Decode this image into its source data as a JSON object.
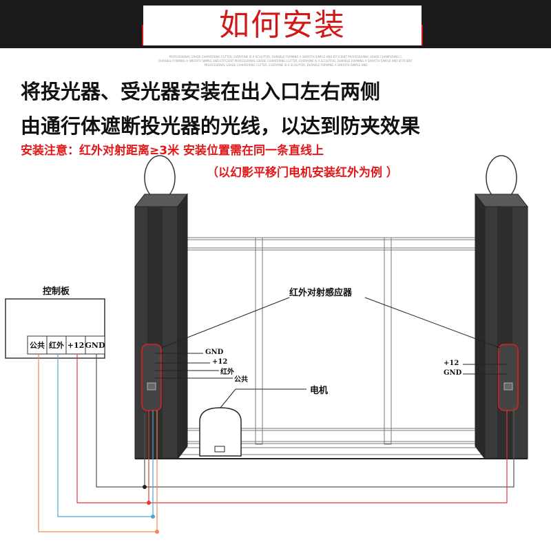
{
  "header": {
    "title": "如何安装",
    "fineprint": [
      "PROFESSIONAL GRADE CHAMFERING CUTTER, EVERYONE IS A SCULPTOR, DURABLE FORMING A SMOOTH SIMPLE AND EFFICIENT PROFESSIONAL GRADE CHAMFERING C,",
      "DURABLE FORMING A SMOOTH SIMPLE AND EFFICIENT PROFESSIONAL GRADE CHAMFERING CUTTER, EVERYONE IS A SCULPTOR, DURABLE FORMING A SMOOTH SIMPLE AND EFFICIENT PROFESSIONAL GRADE CHAMFERING CUTTER",
      "PROFESSIONAL GRADE CHAMFERING CUTTER, EVERYONE IS A SCULPTOR, DURABLE FORMING A SMOOTH SIMPLE AND"
    ]
  },
  "intro": {
    "line1": "将投光器、受光器安装在出入口左右两侧",
    "line2": "由通行体遮断投光器的光线，以达到防夹效果"
  },
  "note": {
    "line1": "安装注意：红外对射距离≥3米 安装位置需在同一条直线上",
    "line2": "（以幻影平移门电机安装红外为例 ）"
  },
  "diagram": {
    "panel_title": "控制板",
    "terminals": [
      "公共",
      "红外",
      "+12",
      "GND"
    ],
    "sensor_label": "红外对射感应器",
    "motor_label": "电机",
    "left_wire_labels": [
      "GND",
      "+12",
      "红外",
      "公共"
    ],
    "right_wire_labels": [
      "+12",
      "GND"
    ]
  },
  "colors": {
    "header_bg": "#1a1a1a",
    "title_red": "#d01818",
    "wire_gray": "#555555",
    "wire_red": "#e03a3a",
    "wire_blue": "#4aa6dc",
    "wire_orange": "#f08a4a",
    "post_dark": "#3a3a3a"
  }
}
